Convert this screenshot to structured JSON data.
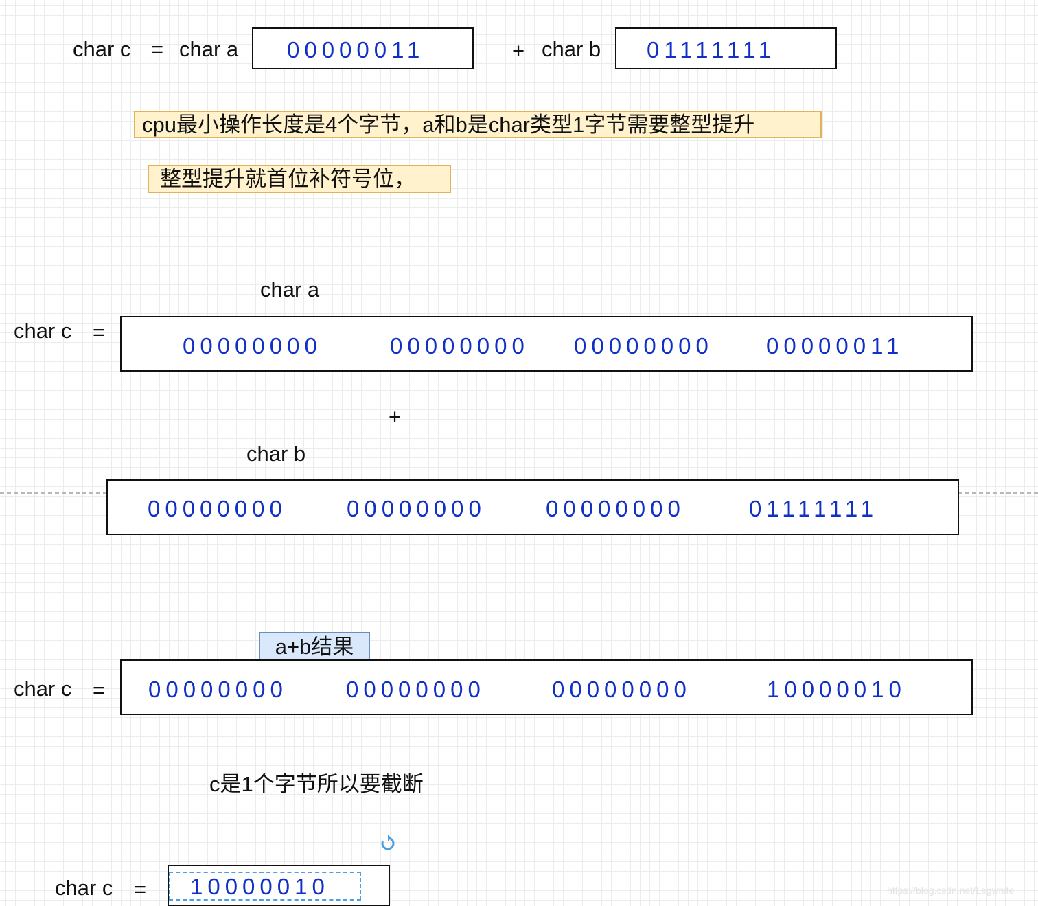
{
  "top": {
    "c_label": "char c",
    "eq": "=",
    "a_label": "char a",
    "a_bits": "00000011",
    "plus": "+",
    "b_label": "char b",
    "b_bits": "01111111"
  },
  "notes": {
    "line1": "cpu最小操作长度是4个字节，a和b是char类型1字节需要整型提升",
    "line2": "整型提升就首位补符号位，"
  },
  "promoted_a": {
    "title": "char a",
    "c_label": "char c",
    "eq": "=",
    "bytes": [
      "00000000",
      "00000000",
      "00000000",
      "00000011"
    ]
  },
  "plus_mid": "+",
  "promoted_b": {
    "title": "char b",
    "bytes": [
      "00000000",
      "00000000",
      "00000000",
      "01111111"
    ]
  },
  "sum": {
    "tag": "a+b结果",
    "c_label": "char c",
    "eq": "=",
    "bytes": [
      "00000000",
      "00000000",
      "00000000",
      "10000010"
    ]
  },
  "truncate_note": "c是1个字节所以要截断",
  "result": {
    "c_label": "char c",
    "eq": "=",
    "bits": "10000010"
  },
  "rotate_icon": "rotate-icon",
  "watermark": "https://blog.csdn.net/Legwhite",
  "colors": {
    "bits": "#1030c8",
    "note_fill": "#fff2cc",
    "note_border": "#e3b35a",
    "tag_fill": "#dae8fc",
    "tag_border": "#6c8ebf",
    "selection": "#4aa0e0"
  }
}
